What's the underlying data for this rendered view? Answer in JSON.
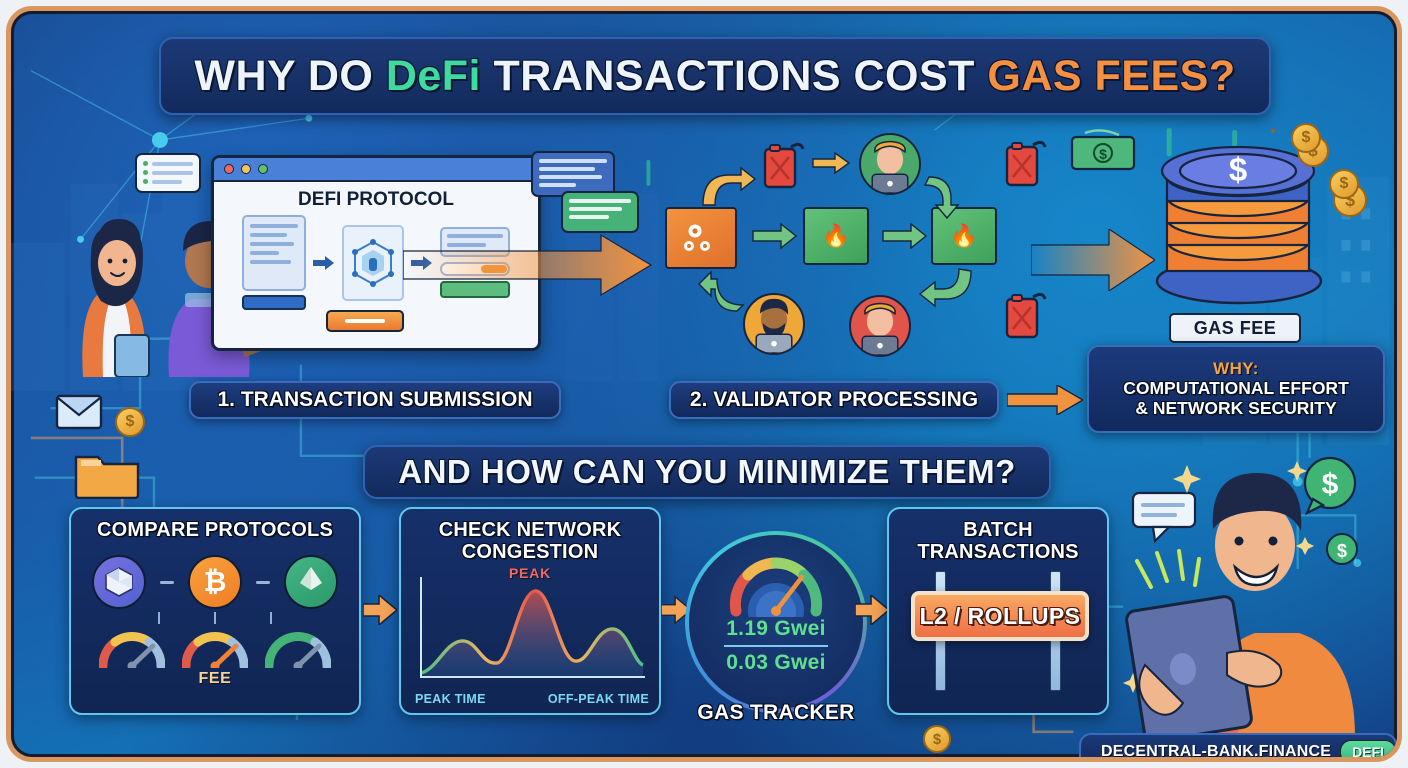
{
  "poster": {
    "title": {
      "part1": "WHY DO ",
      "defi": "DeFi",
      "part2": " TRANSACTIONS COST ",
      "gas": "GAS FEES?"
    },
    "subtitle": "AND HOW CAN YOU MINIMIZE THEM?",
    "colors": {
      "accent_orange": "#f59043",
      "accent_green": "#3ddba0",
      "card_border": "#5fc6f0",
      "banner_bg": "#122a5c",
      "frame": "#d9975f"
    }
  },
  "steps": [
    {
      "label": "1. TRANSACTION SUBMISSION"
    },
    {
      "label": "2. VALIDATOR PROCESSING"
    }
  ],
  "why_box": {
    "heading": "WHY:",
    "line1": "COMPUTATIONAL EFFORT",
    "line2": "& NETWORK SECURITY"
  },
  "scene_submission": {
    "browser_title": "DEFI PROTOCOL",
    "traffic_lights": [
      "red-dot",
      "yellow-dot",
      "green-dot"
    ],
    "icons": [
      "chat-bubble-icon",
      "hexagon-node-icon",
      "document-card-icon",
      "progress-bar-icon",
      "submit-button-icon"
    ]
  },
  "scene_validator": {
    "icons": [
      "gears-box-icon",
      "flame-box-icon",
      "gas-can-icon",
      "validator-avatar-icon",
      "hardhat-avatar-icon"
    ]
  },
  "scene_gasfee": {
    "plate_label": "GAS FEE",
    "icons": [
      "coin-stack-icon",
      "dollar-coin-icon"
    ]
  },
  "tips": {
    "compare": {
      "title": "COMPARE PROTOCOLS",
      "fee_label": "FEE",
      "protocols": [
        {
          "name": "cube-protocol-icon",
          "symbol": "⬡",
          "color": "#6a64dc",
          "gauge": "high"
        },
        {
          "name": "bitcoin-icon",
          "symbol": "฿",
          "color": "#f08c2e",
          "gauge": "high"
        },
        {
          "name": "ethereum-icon",
          "symbol": "◆",
          "color": "#34a074",
          "gauge": "low"
        }
      ]
    },
    "congestion": {
      "title_line1": "CHECK NETWORK",
      "title_line2": "CONGESTION",
      "peak_label": "PEAK",
      "x_left": "PEAK TIME",
      "x_right": "OFF-PEAK TIME"
    },
    "batch": {
      "title_line1": "BATCH",
      "title_line2": "TRANSACTIONS",
      "sign_label": "L2 / ROLLUPS"
    }
  },
  "gas_tracker": {
    "label": "GAS TRACKER",
    "value_high": "1.19 Gwei",
    "value_low": "0.03 Gwei"
  },
  "footer": {
    "logo": "hexagon-b-logo",
    "brand": "DECENTRAL-BANK.FINANCE",
    "badge": "DEFI"
  },
  "chart_data": {
    "type": "area",
    "title": "CHECK NETWORK CONGESTION",
    "xlabel": "",
    "ylabel": "",
    "x": [
      0,
      1,
      2,
      3,
      4,
      5,
      6,
      7,
      8,
      9,
      10
    ],
    "values": [
      14,
      20,
      38,
      26,
      60,
      92,
      58,
      24,
      30,
      54,
      20
    ],
    "annotations": [
      "PEAK"
    ],
    "tick_labels": [
      "PEAK TIME",
      "OFF-PEAK TIME"
    ],
    "grid": false,
    "legend": "none",
    "ylim": [
      0,
      100
    ]
  }
}
